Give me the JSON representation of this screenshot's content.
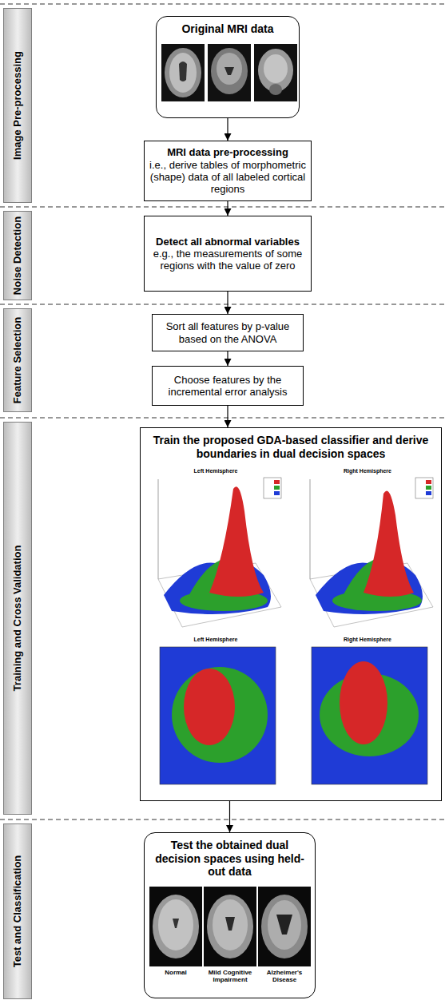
{
  "diagram": {
    "nodes": [
      {
        "text": [
          "Image Pre-processing"
        ]
      },
      {
        "text": [
          "Original MRI data"
        ]
      },
      {
        "text": [
          "MRI data pre-processing",
          "i.e., derive tables of morphometric (shape) data of all labeled cortical regions"
        ]
      },
      {
        "text": [
          "Noise Detection"
        ]
      },
      {
        "text": [
          "Detect all abnormal variables",
          "e.g., the measurements of some regions with the value of zero"
        ]
      },
      {
        "text": [
          "Feature Selection"
        ]
      },
      {
        "text": [
          "Sort all features by p-value based on the ANOVA"
        ]
      },
      {
        "text": [
          "Choose features by the incremental error analysis"
        ]
      },
      {
        "text": [
          "Training and Cross Validation"
        ]
      },
      {
        "text": [
          "Train the proposed GDA-based classifier and derive boundaries in dual decision spaces"
        ]
      },
      {
        "text": [
          "Test and Classification"
        ]
      },
      {
        "text": [
          "Test the obtained dual decision spaces using held-out data"
        ]
      }
    ],
    "edges": [
      {
        "from": 1,
        "to": 2,
        "arrow": "to"
      },
      {
        "from": 2,
        "to": 4,
        "arrow": "to"
      },
      {
        "from": 4,
        "to": 6,
        "arrow": "to"
      },
      {
        "from": 6,
        "to": 7,
        "arrow": "to"
      },
      {
        "from": 7,
        "to": 9,
        "arrow": "to"
      },
      {
        "from": 9,
        "to": 11,
        "arrow": "to"
      }
    ],
    "labels": [
      "Left Hemisphere",
      "Right Hemisphere",
      "Left Hemisphere",
      "Right Hemisphere",
      "Normal",
      "Mild Cognitive Impairment",
      "Alzheimer's Disease"
    ]
  }
}
